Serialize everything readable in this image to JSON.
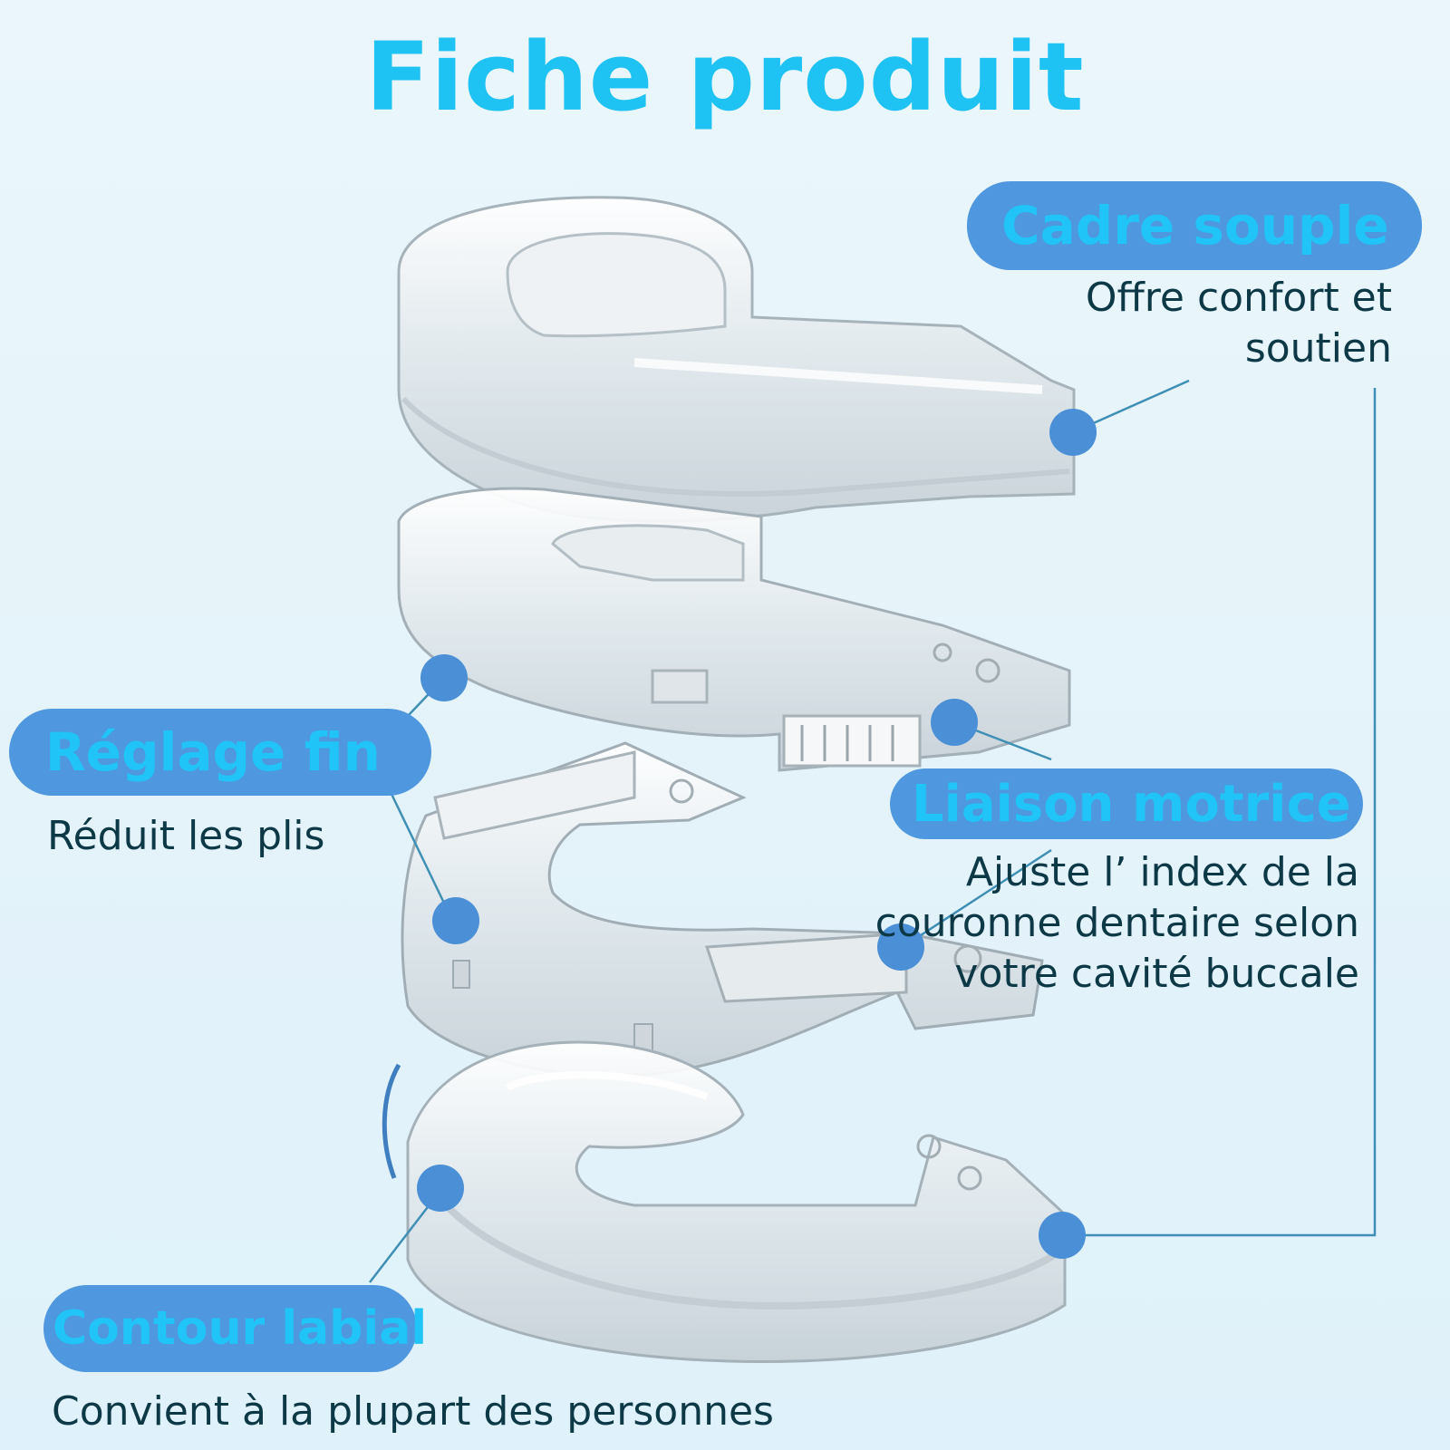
{
  "title": "Fiche produit",
  "colors": {
    "accent_text": "#1ec2f3",
    "pill_bg": "#4f97de",
    "dot": "#4b8fd6",
    "body_text": "#0d3947",
    "line": "#3f8fb5"
  },
  "features": [
    {
      "label": "Cadre souple",
      "lines": [
        "Offre confort et",
        "soutien"
      ]
    },
    {
      "label": "Réglage fin",
      "lines": [
        "Réduit les plis"
      ]
    },
    {
      "label": "Liaison motrice",
      "lines": [
        "Ajuste l’  index de la",
        "couronne dentaire selon",
        "votre cavité buccale"
      ]
    },
    {
      "label": "Contour labial",
      "lines": [
        "Convient à la plupart des personnes"
      ]
    }
  ]
}
